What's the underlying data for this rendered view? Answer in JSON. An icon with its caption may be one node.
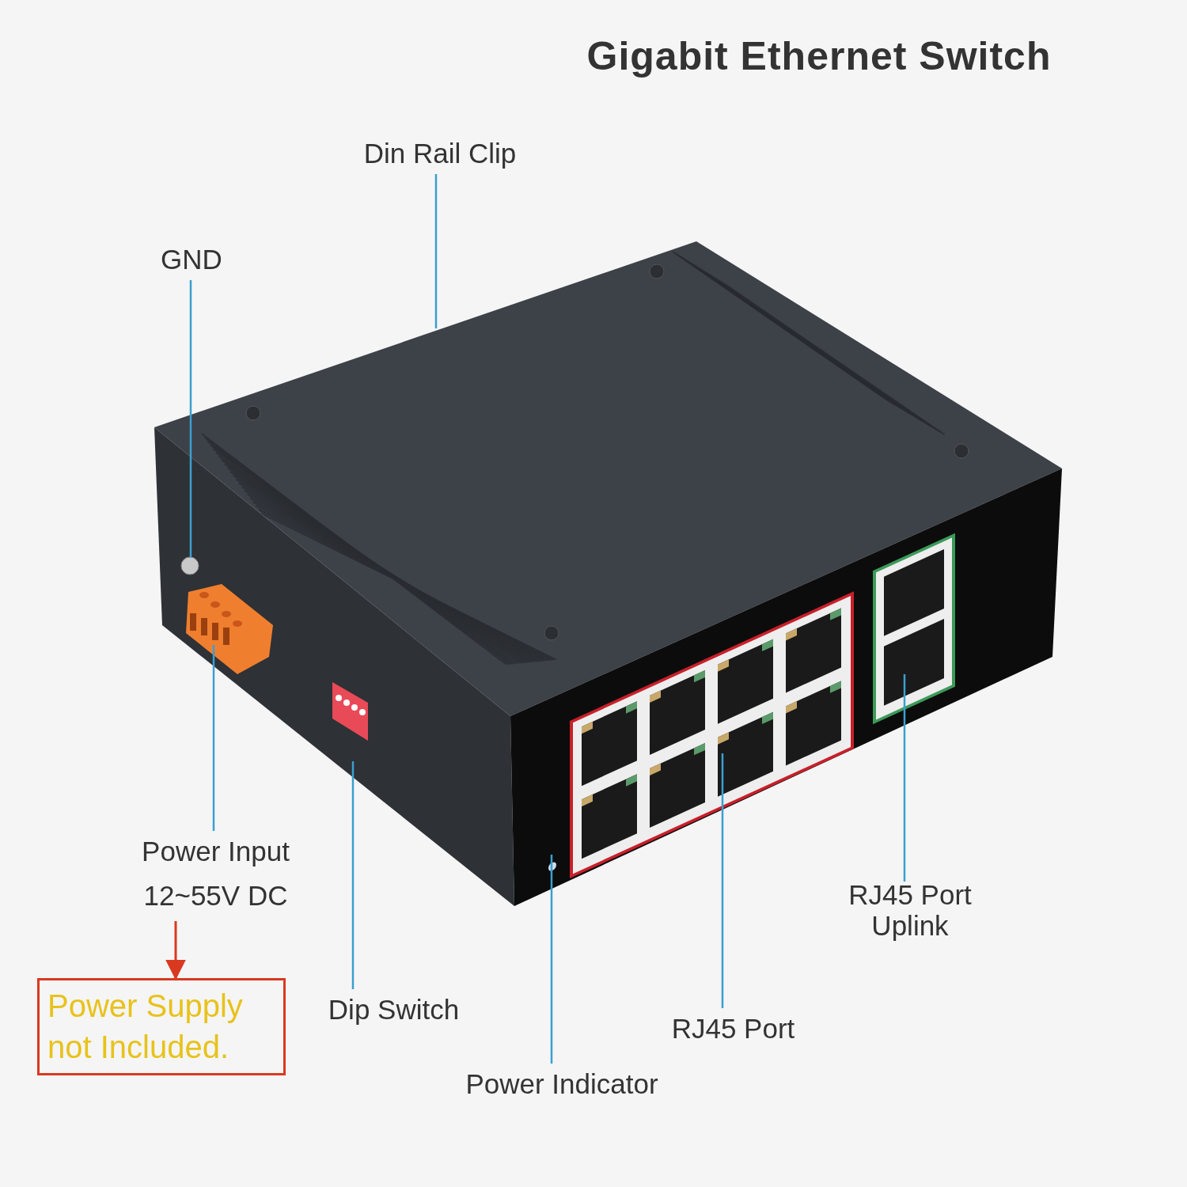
{
  "diagram": {
    "title": "Gigabit Ethernet Switch",
    "nodes": [
      {
        "text": [
          "Din Rail Clip"
        ]
      },
      {
        "text": [
          "GND"
        ]
      },
      {
        "text": [
          "Power Input",
          "12~55V DC"
        ]
      },
      {
        "text": [
          "Power Supply not Included."
        ]
      },
      {
        "text": [
          "Dip Switch"
        ]
      },
      {
        "text": [
          "Power Indicator"
        ]
      },
      {
        "text": [
          "RJ45 Port"
        ]
      },
      {
        "text": [
          "RJ45 Port Uplink"
        ]
      }
    ],
    "edges": [
      {
        "from": 0,
        "to": null,
        "arrow": "none"
      },
      {
        "from": 1,
        "to": null,
        "arrow": "none"
      },
      {
        "from": 2,
        "to": null,
        "arrow": "none"
      },
      {
        "from": 2,
        "to": 3,
        "arrow": "to",
        "color": "#d9391f"
      },
      {
        "from": 4,
        "to": null,
        "arrow": "none"
      },
      {
        "from": 5,
        "to": null,
        "arrow": "none"
      },
      {
        "from": 6,
        "to": null,
        "arrow": "none"
      },
      {
        "from": 7,
        "to": null,
        "arrow": "none"
      }
    ]
  }
}
